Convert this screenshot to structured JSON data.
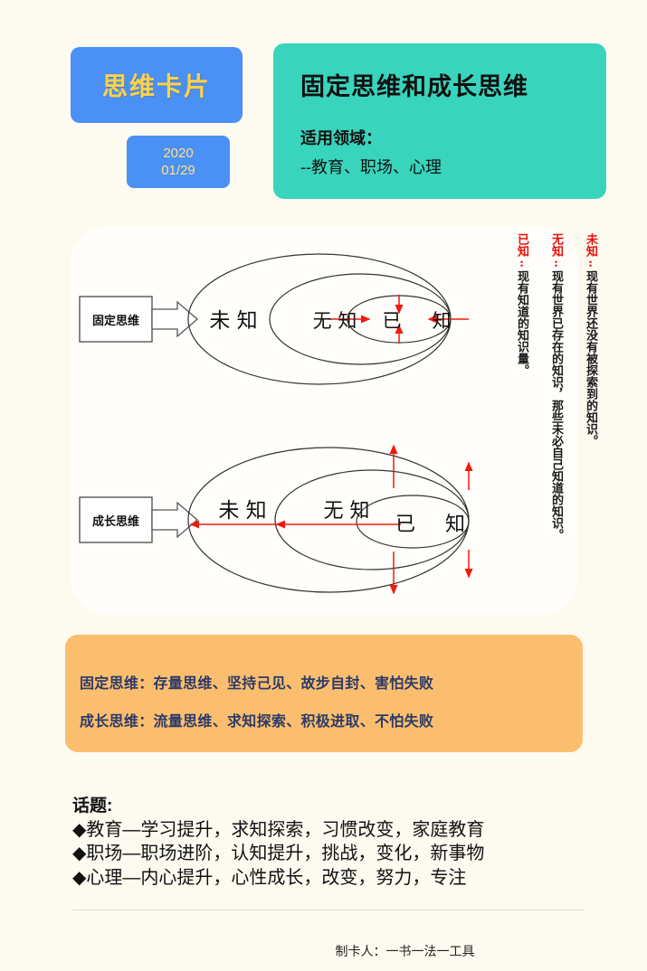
{
  "header": {
    "brand_title": "思维卡片",
    "date_year": "2020",
    "date_day": "01/29",
    "card_title": "固定思维和成长思维",
    "field_label": "适用领域：",
    "field_value": "--教育、职场、心理"
  },
  "diagram": {
    "fixed": {
      "label": "固定思维",
      "ring_outer": "未 知",
      "ring_middle": "无 知",
      "ring_inner_left": "已",
      "ring_inner_right": "知",
      "arrow_direction": "inward"
    },
    "growth": {
      "label": "成长思维",
      "ring_outer": "未 知",
      "ring_middle": "无 知",
      "ring_inner_left": "已",
      "ring_inner_right": "知",
      "arrow_direction": "outward"
    },
    "definitions": [
      {
        "term": "已知:",
        "body": "现有知道的知识量。"
      },
      {
        "term": "无知:",
        "body": "现有世界已存在的知识，那些未必自己知道的知识。"
      },
      {
        "term": "未知:",
        "body": "现有世界还没有被探索到的知识。"
      }
    ]
  },
  "summary": {
    "fixed_line": "固定思维：存量思维、坚持己见、故步自封、害怕失败",
    "growth_line": "成长思维：流量思维、求知探索、积极进取、不怕失败"
  },
  "topics": {
    "heading": "话题:",
    "items": [
      "◆教育—学习提升，求知探索，习惯改变，家庭教育",
      "◆职场—职场进阶，认知提升，挑战，变化，新事物",
      "◆心理—内心提升，心性成长，改变，努力，专注"
    ]
  },
  "footer": {
    "credit": "制卡人：一书一法一工具"
  },
  "colors": {
    "background": "#fdfaf0",
    "brand_blue": "#4a90f5",
    "brand_yellow": "#ffd24a",
    "teal": "#39d4bc",
    "orange": "#fbbe6e",
    "summary_text": "#2b3a67",
    "arrow_red": "#ee1b0e"
  }
}
